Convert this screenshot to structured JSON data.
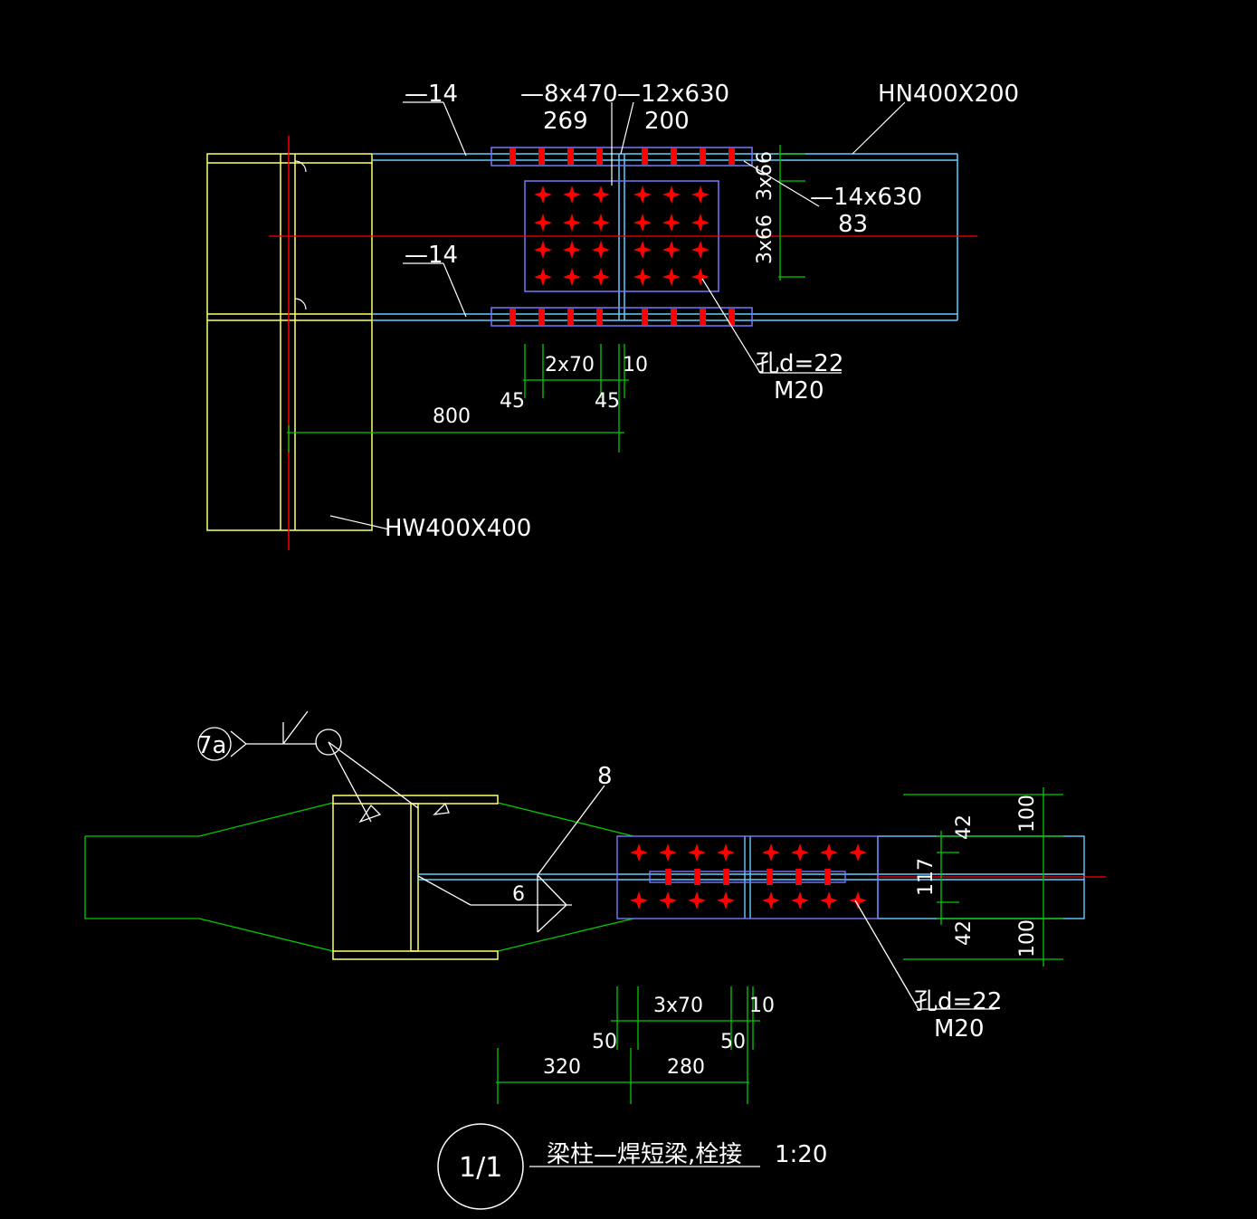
{
  "colors": {
    "background": "#000000",
    "column": "#ffff66",
    "beam": "#66ccff",
    "plate": "#7777ff",
    "bolt": "#ff0000",
    "dimension": "#00cc00",
    "centerline": "#ff0000",
    "leader": "#ffffff",
    "stiffener_plan": "#ffffff",
    "outline": "#00cc00"
  },
  "top_view": {
    "labels": {
      "plate14_top": "—14",
      "plate14_bottom": "—14",
      "web_plate": "—8x470",
      "web_plate_qty": "269",
      "flange_plate": "—12x630",
      "flange_plate_qty": "200",
      "beam_section": "HN400X200",
      "inner_plate": "—14x630",
      "inner_plate_qty": "83",
      "bolt_hole": "孔d=22",
      "bolt_size": "M20",
      "column_section": "HW400X400"
    },
    "dims": {
      "vert_spacing_a": "3x66",
      "vert_spacing_b": "3x66",
      "spacing": "2x70",
      "gap": "10",
      "edge_left": "45",
      "edge_right": "45",
      "overall": "800"
    }
  },
  "bottom_view": {
    "labels": {
      "weld_ref": "7a",
      "weld_size": "6",
      "plate_num": "8",
      "bolt_hole": "孔d=22",
      "bolt_size": "M20"
    },
    "dims": {
      "spacing": "3x70",
      "gap": "10",
      "edge_left": "50",
      "edge_right": "50",
      "left_len": "320",
      "right_len": "280",
      "right_top": "100",
      "right_bottom": "100",
      "inner_top": "42",
      "inner_bottom": "42",
      "inner_mid": "117"
    }
  },
  "title": {
    "detail_ref": "1/1",
    "text": "梁柱—焊短梁,栓接",
    "scale": "1:20"
  }
}
